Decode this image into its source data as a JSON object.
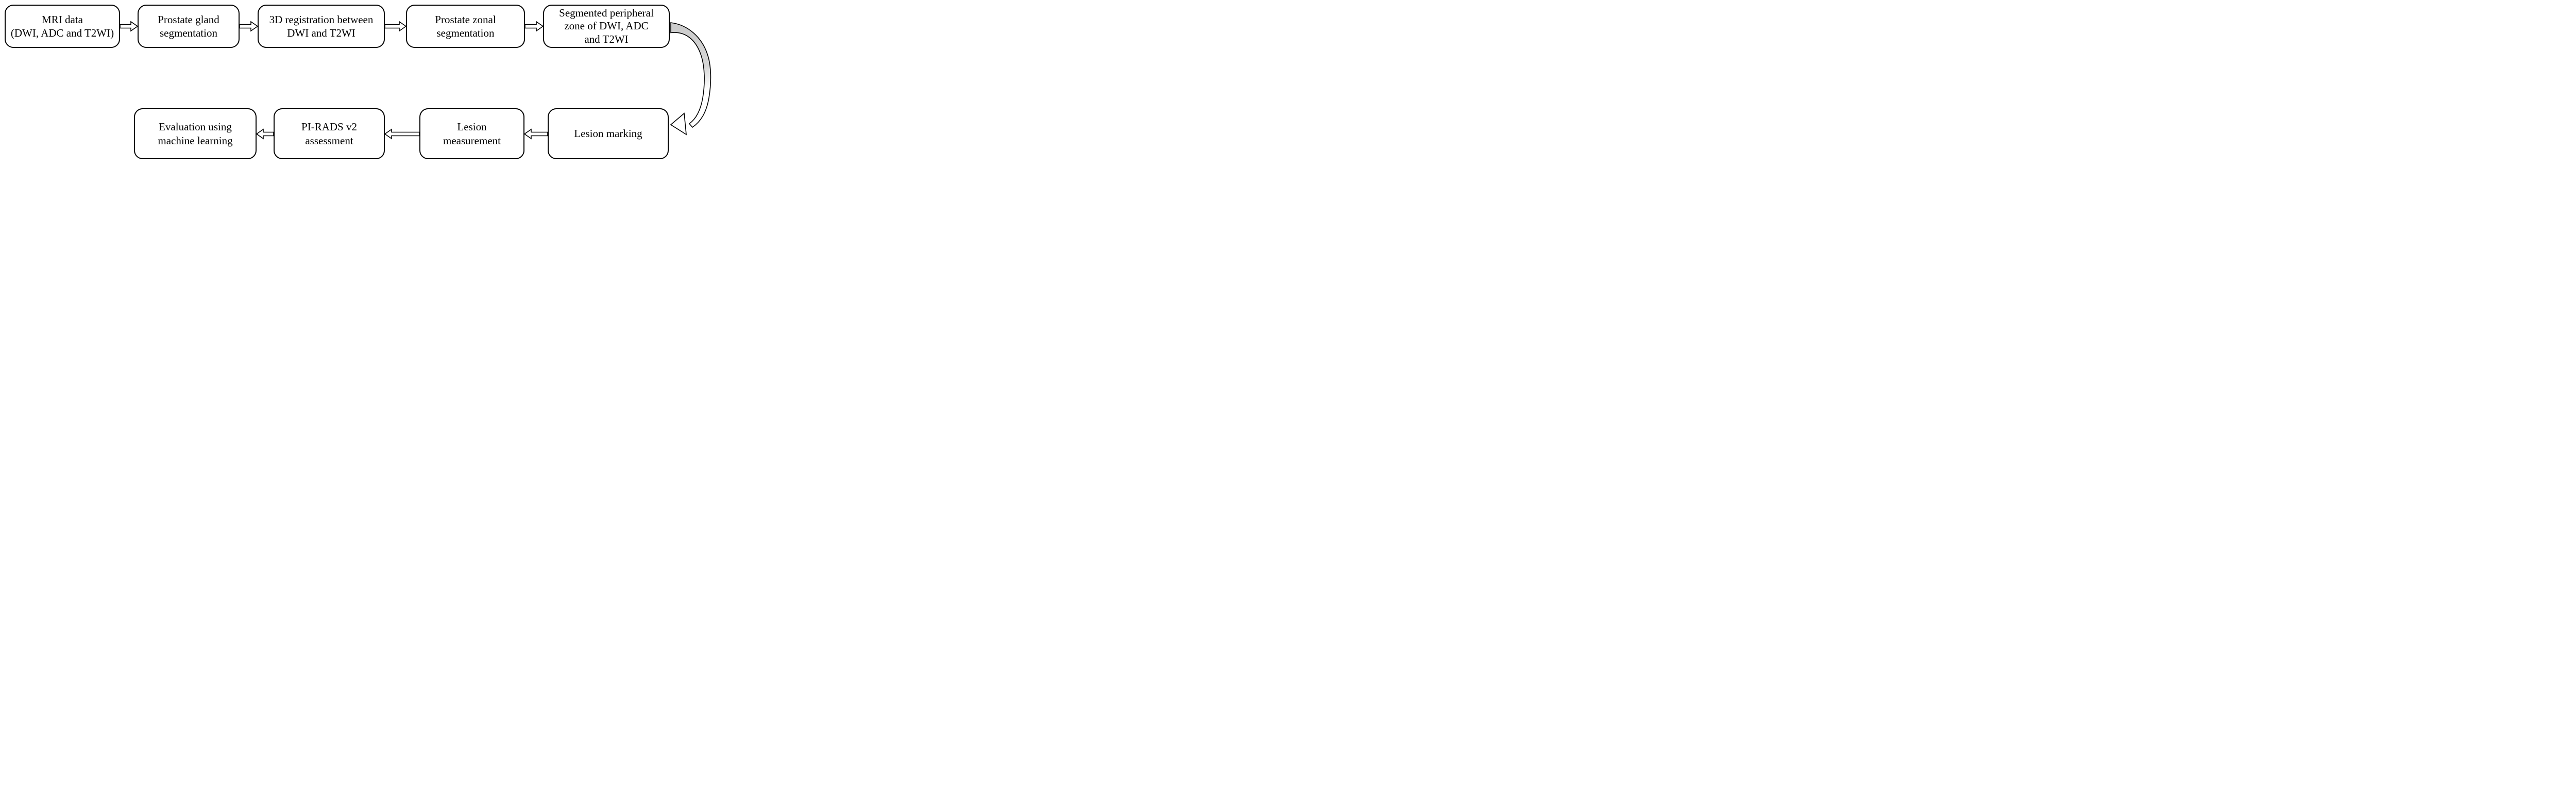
{
  "diagram": {
    "type": "flowchart",
    "description": "Two-row workflow of prostate MRI lesion assessment pipeline",
    "background_color": "#ffffff",
    "node_fill": "#ffffff",
    "node_border_color": "#000000",
    "text_color": "#000000",
    "arrow_fill": "#ffffff",
    "curved_arrow_band_fill": "#cecece"
  },
  "nodes": [
    {
      "id": "mri-data",
      "row": "top",
      "order": 1,
      "label": "MRI data (DWI, ADC and T2WI)",
      "lines": [
        "MRI data",
        "(DWI, ADC and T2WI)"
      ]
    },
    {
      "id": "prostate-gland-segmentation",
      "row": "top",
      "order": 2,
      "label": "Prostate gland segmentation",
      "lines": [
        "Prostate gland",
        "segmentation"
      ]
    },
    {
      "id": "3d-registration",
      "row": "top",
      "order": 3,
      "label": "3D registration between DWI and T2WI",
      "lines": [
        "3D registration between",
        "DWI and T2WI"
      ]
    },
    {
      "id": "prostate-zonal-segmentation",
      "row": "top",
      "order": 4,
      "label": "Prostate zonal segmentation",
      "lines": [
        "Prostate zonal",
        "segmentation"
      ]
    },
    {
      "id": "segmented-peripheral-zone",
      "row": "top",
      "order": 5,
      "label": "Segmented peripheral zone of DWI, ADC and T2WI",
      "lines": [
        "Segmented peripheral",
        "zone of DWI, ADC",
        "and T2WI"
      ]
    },
    {
      "id": "lesion-marking",
      "row": "bottom",
      "order": 6,
      "label": "Lesion marking",
      "lines": [
        "Lesion marking"
      ]
    },
    {
      "id": "lesion-measurement",
      "row": "bottom",
      "order": 7,
      "label": "Lesion measurement",
      "lines": [
        "Lesion",
        "measurement"
      ]
    },
    {
      "id": "pi-rads-v2-assessment",
      "row": "bottom",
      "order": 8,
      "label": "PI-RADS v2 assessment",
      "lines": [
        "PI-RADS v2",
        "assessment"
      ]
    },
    {
      "id": "evaluation-machine-learning",
      "row": "bottom",
      "order": 9,
      "label": "Evaluation using machine learning",
      "lines": [
        "Evaluation using",
        "machine learning"
      ]
    }
  ],
  "connectors": [
    {
      "from": "mri-data",
      "to": "prostate-gland-segmentation",
      "style": "hollow-block-arrow",
      "direction": "right"
    },
    {
      "from": "prostate-gland-segmentation",
      "to": "3d-registration",
      "style": "hollow-block-arrow",
      "direction": "right"
    },
    {
      "from": "3d-registration",
      "to": "prostate-zonal-segmentation",
      "style": "hollow-block-arrow",
      "direction": "right"
    },
    {
      "from": "prostate-zonal-segmentation",
      "to": "segmented-peripheral-zone",
      "style": "hollow-block-arrow",
      "direction": "right"
    },
    {
      "from": "segmented-peripheral-zone",
      "to": "lesion-marking",
      "style": "curved-band-arrow",
      "direction": "down-left"
    },
    {
      "from": "lesion-marking",
      "to": "lesion-measurement",
      "style": "hollow-block-arrow",
      "direction": "left"
    },
    {
      "from": "lesion-measurement",
      "to": "pi-rads-v2-assessment",
      "style": "hollow-block-arrow",
      "direction": "left"
    },
    {
      "from": "pi-rads-v2-assessment",
      "to": "evaluation-machine-learning",
      "style": "hollow-block-arrow",
      "direction": "left"
    }
  ]
}
